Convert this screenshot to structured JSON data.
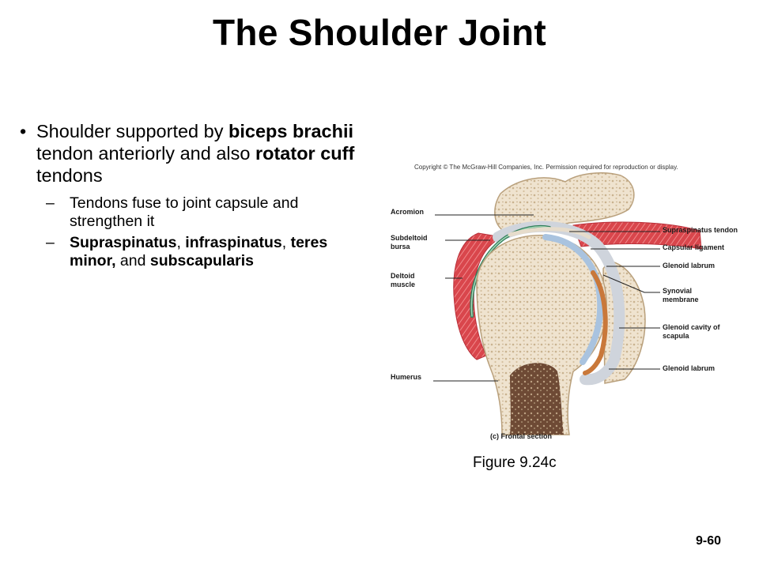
{
  "title": "The Shoulder Joint",
  "bullet": {
    "parts": [
      {
        "text": "Shoulder supported by ",
        "bold": false
      },
      {
        "text": "biceps brachii",
        "bold": true
      },
      {
        "text": " tendon anteriorly and also ",
        "bold": false
      },
      {
        "text": "rotator cuff",
        "bold": true
      },
      {
        "text": " tendons",
        "bold": false
      }
    ]
  },
  "subbullets": [
    {
      "parts": [
        {
          "text": "Tendons fuse to joint capsule and strengthen it",
          "bold": false
        }
      ]
    },
    {
      "parts": [
        {
          "text": "Supraspinatus",
          "bold": true
        },
        {
          "text": ", ",
          "bold": false
        },
        {
          "text": "infraspinatus",
          "bold": true
        },
        {
          "text": ", ",
          "bold": false
        },
        {
          "text": "teres minor,",
          "bold": true
        },
        {
          "text": " and ",
          "bold": false
        },
        {
          "text": "subscapularis",
          "bold": true
        }
      ]
    }
  ],
  "figure": {
    "copyright": "Copyright © The McGraw-Hill Companies, Inc. Permission required for reproduction or display.",
    "labels": {
      "acromion": "Acromion",
      "subdeltoid_bursa": "Subdeltoid bursa",
      "deltoid_muscle": "Deltoid muscle",
      "humerus": "Humerus",
      "supraspinatus_tendon": "Supraspinatus tendon",
      "capsular_ligament": "Capsular ligament",
      "glenoid_labrum_top": "Glenoid labrum",
      "synovial_membrane": "Synovial membrane",
      "glenoid_cavity": "Glenoid cavity of scapula",
      "glenoid_labrum_bottom": "Glenoid labrum",
      "section": "(c) Frontal section"
    },
    "caption": "Figure 9.24c"
  },
  "page_number": "9-60"
}
